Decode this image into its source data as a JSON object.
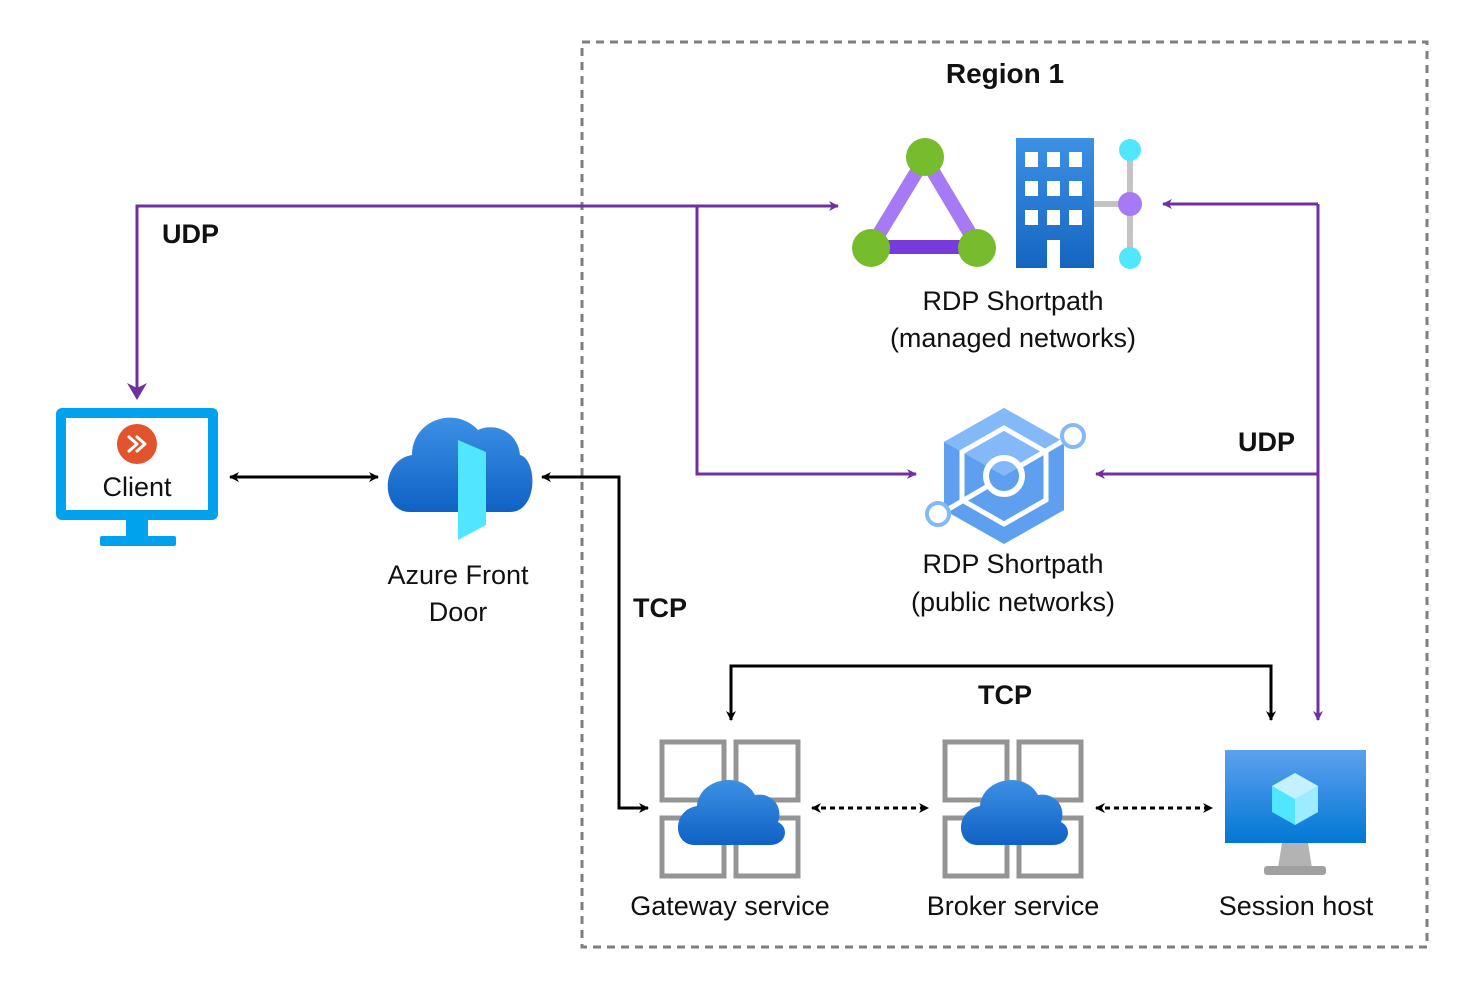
{
  "region": {
    "title": "Region 1"
  },
  "nodes": {
    "client": {
      "label": "Client",
      "icon": "remote-desktop-monitor-icon"
    },
    "front_door": {
      "label_line1": "Azure Front",
      "label_line2": "Door",
      "icon": "azure-front-door-icon"
    },
    "managed": {
      "label_line1": "RDP Shortpath",
      "label_line2": "(managed networks)",
      "icon": "managed-network-icon"
    },
    "public": {
      "label_line1": "RDP Shortpath",
      "label_line2": "(public networks)",
      "icon": "public-network-icon"
    },
    "gateway": {
      "label": "Gateway service",
      "icon": "gateway-service-icon"
    },
    "broker": {
      "label": "Broker service",
      "icon": "broker-service-icon"
    },
    "session_host": {
      "label": "Session host",
      "icon": "session-host-icon"
    }
  },
  "edge_labels": {
    "udp_left": "UDP",
    "udp_right": "UDP",
    "tcp_left": "TCP",
    "tcp_top": "TCP"
  },
  "colors": {
    "udp": "#7030A0",
    "tcp": "#000000",
    "region_border": "#7F7F7F",
    "azure_blue": "#0078D4"
  }
}
